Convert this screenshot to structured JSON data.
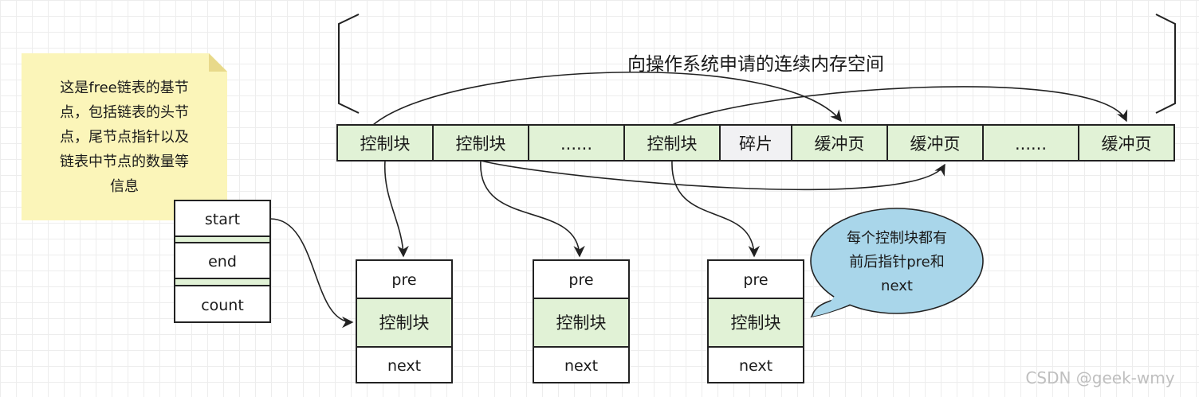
{
  "memory_title": "向操作系统申请的连续内存空间",
  "memory_strip": [
    "控制块",
    "控制块",
    "......",
    "控制块",
    "碎片",
    "缓冲页",
    "缓冲页",
    "......",
    "缓冲页"
  ],
  "base_node": {
    "note_lines": [
      "这是free链表的基节",
      "点，包括链表的头节",
      "点，尾节点指针以及",
      "链表中节点的数量等",
      "信息"
    ],
    "fields": [
      "start",
      "end",
      "count"
    ]
  },
  "nodes": [
    {
      "pre": "pre",
      "body": "控制块",
      "next": "next"
    },
    {
      "pre": "pre",
      "body": "控制块",
      "next": "next"
    },
    {
      "pre": "pre",
      "body": "控制块",
      "next": "next"
    }
  ],
  "callout_lines": [
    "每个控制块都有",
    "前后指针pre和",
    "next"
  ],
  "watermark": "CSDN @geek-wmy",
  "colors": {
    "cell_green": "#e1f2d6",
    "cell_gray": "#f1f1f3",
    "note_yellow": "#fbf5b9",
    "callout_blue": "#a9d6ea"
  }
}
